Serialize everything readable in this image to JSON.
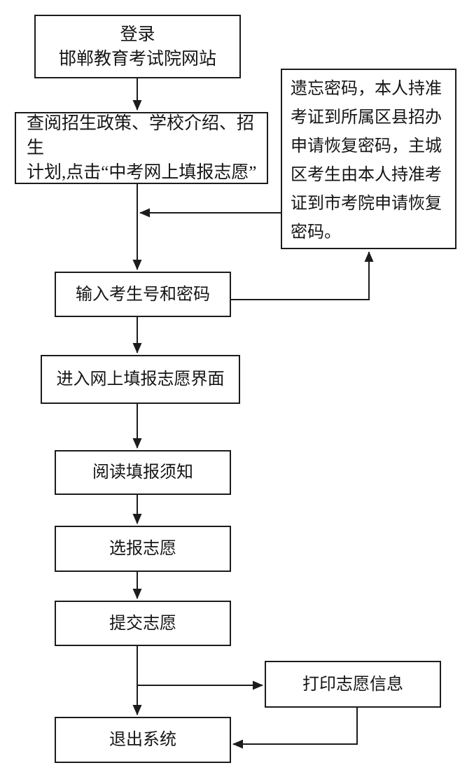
{
  "page": {
    "background_color": "#ffffff",
    "line_color": "#1c1c1c",
    "text_color": "#151515"
  },
  "flowchart": {
    "type": "flowchart",
    "nodes": {
      "login": "登录\n邯郸教育考试院网站",
      "browse": "查阅招生政策、学校介绍、招生\n计划,点击“中考网上填报志愿”",
      "forgot": "遗忘密码，本人持准\n考证到所属区县招办\n申请恢复密码，主城\n区考生由本人持准考\n证到市考院申请恢复\n密码。",
      "credentials": "输入考生号和密码",
      "interface": "进入网上填报志愿界面",
      "notes": "阅读填报须知",
      "select": "选报志愿",
      "submit": "提交志愿",
      "print": "打印志愿信息",
      "exit": "退出系统"
    },
    "edges": [
      {
        "from": "login",
        "to": "browse"
      },
      {
        "from": "browse",
        "to": "credentials"
      },
      {
        "from": "forgot",
        "to": "browse-credentials-line"
      },
      {
        "from": "credentials",
        "to": "forgot"
      },
      {
        "from": "credentials",
        "to": "interface"
      },
      {
        "from": "interface",
        "to": "notes"
      },
      {
        "from": "notes",
        "to": "select"
      },
      {
        "from": "select",
        "to": "submit"
      },
      {
        "from": "submit",
        "to": "exit"
      },
      {
        "from": "submit-exit-line",
        "to": "print"
      },
      {
        "from": "print",
        "to": "exit"
      }
    ]
  }
}
